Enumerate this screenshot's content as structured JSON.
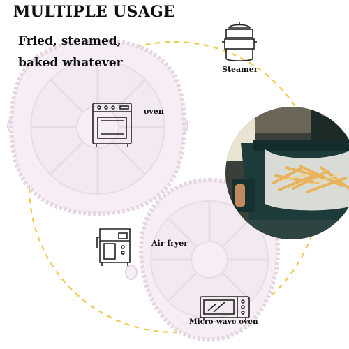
{
  "headline": "MULTIPLE USAGE",
  "tagline_1": "Fried, steamed,",
  "tagline_2": "baked whatever",
  "uses": [
    {
      "label": "Steamer",
      "icon": "steamer-pot-icon"
    },
    {
      "label": "oven",
      "icon": "oven-icon"
    },
    {
      "label": "Air fryer",
      "icon": "air-fryer-icon"
    },
    {
      "label": "Micro-wave oven",
      "icon": "microwave-icon"
    }
  ],
  "colors": {
    "liner": "#f3e9f0",
    "liner_edge": "#e6d6e2",
    "dashed_circle": "#f2c94c",
    "fryer_basket": "#1c3b3a",
    "fries": "#e8b35a"
  }
}
